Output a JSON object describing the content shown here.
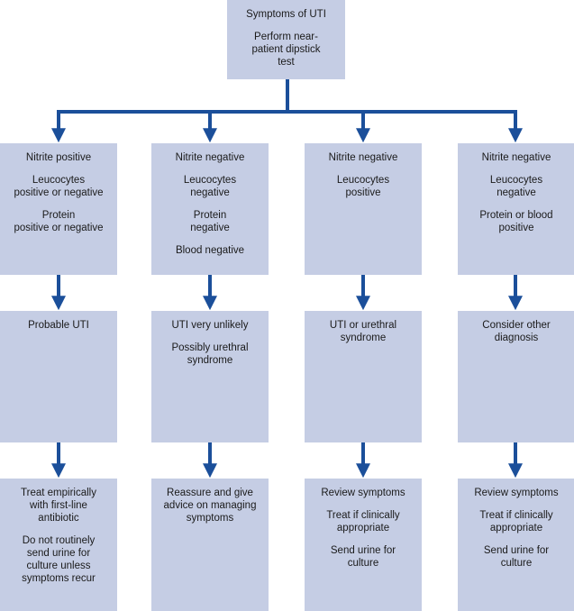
{
  "colors": {
    "box_fill": "#c5cde4",
    "connector": "#1b4f9a"
  },
  "root": {
    "lines": [
      "Symptoms of UTI",
      "Perform near-\npatient dipstick\ntest"
    ]
  },
  "columns": [
    {
      "test": [
        "Nitrite positive",
        "Leucocytes\npositive or negative",
        "Protein\npositive or negative"
      ],
      "interpretation": [
        "Probable UTI"
      ],
      "action": [
        "Treat empirically\nwith first-line\nantibiotic",
        "Do not routinely\nsend urine for\nculture unless\nsymptoms recur"
      ]
    },
    {
      "test": [
        "Nitrite negative",
        "Leucocytes\nnegative",
        "Protein\nnegative",
        "Blood negative"
      ],
      "interpretation": [
        "UTI very unlikely",
        "Possibly urethral\nsyndrome"
      ],
      "action": [
        "Reassure and give\nadvice on managing\nsymptoms"
      ]
    },
    {
      "test": [
        "Nitrite negative",
        "Leucocytes\npositive"
      ],
      "interpretation": [
        "UTI or urethral\nsyndrome"
      ],
      "action": [
        "Review symptoms",
        "Treat if clinically\nappropriate",
        "Send urine for\nculture"
      ]
    },
    {
      "test": [
        "Nitrite negative",
        "Leucocytes\nnegative",
        "Protein or blood\npositive"
      ],
      "interpretation": [
        "Consider other\ndiagnosis"
      ],
      "action": [
        "Review symptoms",
        "Treat if clinically\nappropriate",
        "Send urine for\nculture"
      ]
    }
  ]
}
